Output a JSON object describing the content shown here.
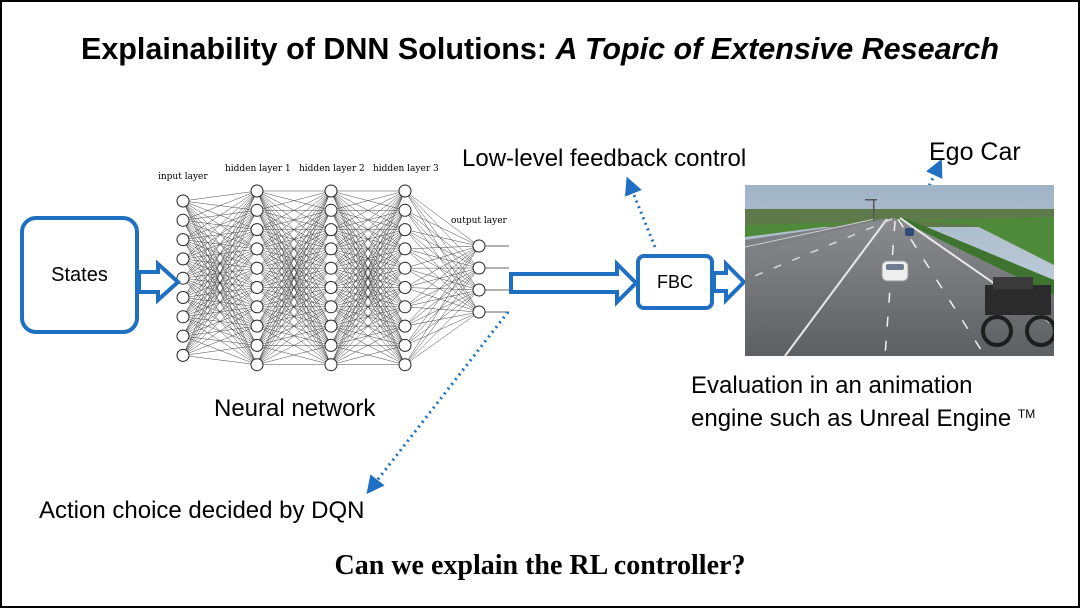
{
  "slide": {
    "title_main": "Explainability of DNN Solutions: ",
    "title_italic": "A Topic of Extensive Research",
    "states_label": "States",
    "fbc_label": "FBC",
    "nn_labels": {
      "input": "input layer",
      "hidden1": "hidden layer 1",
      "hidden2": "hidden layer 2",
      "hidden3": "hidden layer 3",
      "output": "output layer"
    },
    "neural_network_caption": "Neural network",
    "low_level_label": "Low-level feedback control",
    "ego_car_label": "Ego Car",
    "evaluation_line1": "Evaluation in an animation",
    "evaluation_line2": "engine such as Unreal Engine",
    "trademark": "TM",
    "action_label": "Action choice decided by DQN",
    "question": "Can we explain the RL controller?"
  },
  "colors": {
    "accent_blue": "#1f6fc2",
    "text": "#000000",
    "road": "#6e7075",
    "grass": "#4f8a3a",
    "sky": "#b9c8d6"
  }
}
